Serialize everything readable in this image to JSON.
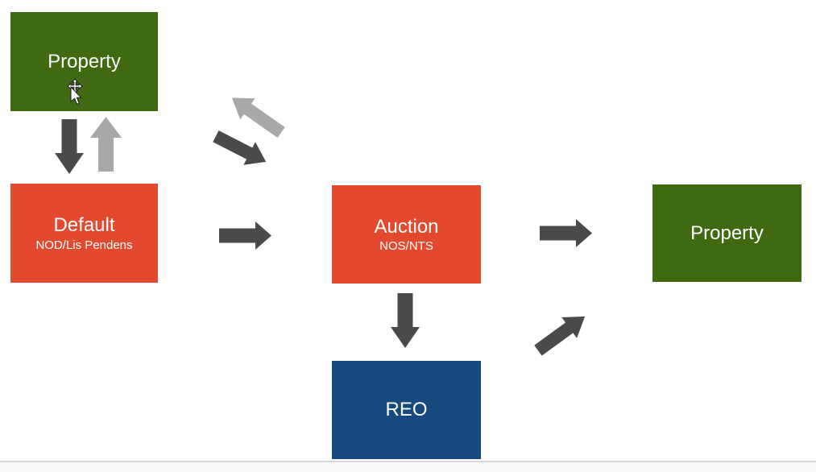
{
  "diagram": {
    "nodes": {
      "property_top": {
        "label": "Property",
        "color": "#3F6A12"
      },
      "default": {
        "label": "Default",
        "sublabel": "NOD/Lis Pendens",
        "color": "#E3492E"
      },
      "auction": {
        "label": "Auction",
        "sublabel": "NOS/NTS",
        "color": "#E3492E"
      },
      "property_right": {
        "label": "Property",
        "color": "#3F6A12"
      },
      "reo": {
        "label": "REO",
        "color": "#164A7E"
      }
    },
    "colors": {
      "arrow_dark": "#4A4A4A",
      "arrow_light": "#A8A8A8",
      "text": "#FFFFFF",
      "slide_edge": "#D6D6D6"
    },
    "cursor_icon": "move-cursor"
  }
}
